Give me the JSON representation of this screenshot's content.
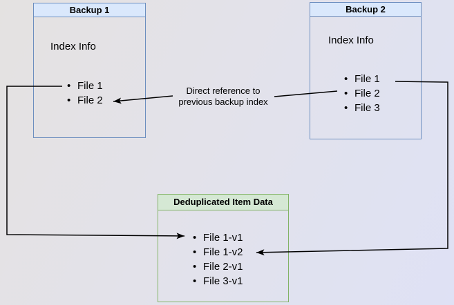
{
  "diagram": {
    "backup1": {
      "title": "Backup 1",
      "index_label": "Index Info",
      "files": [
        "File 1",
        "File 2"
      ]
    },
    "backup2": {
      "title": "Backup 2",
      "index_label": "Index Info",
      "files": [
        "File 1",
        "File 2",
        "File 3"
      ]
    },
    "dedup": {
      "title": "Deduplicated Item Data",
      "items": [
        "File 1-v1",
        "File 1-v2",
        "File 2-v1",
        "File 3-v1"
      ]
    },
    "annotation": "Direct reference to previous backup index",
    "colors": {
      "backup_header_fill": "#dae8fc",
      "backup_border": "#6c8ebf",
      "dedup_header_fill": "#d5e8d4",
      "dedup_border": "#82b366",
      "arrow": "#000000",
      "text": "#000000"
    }
  }
}
